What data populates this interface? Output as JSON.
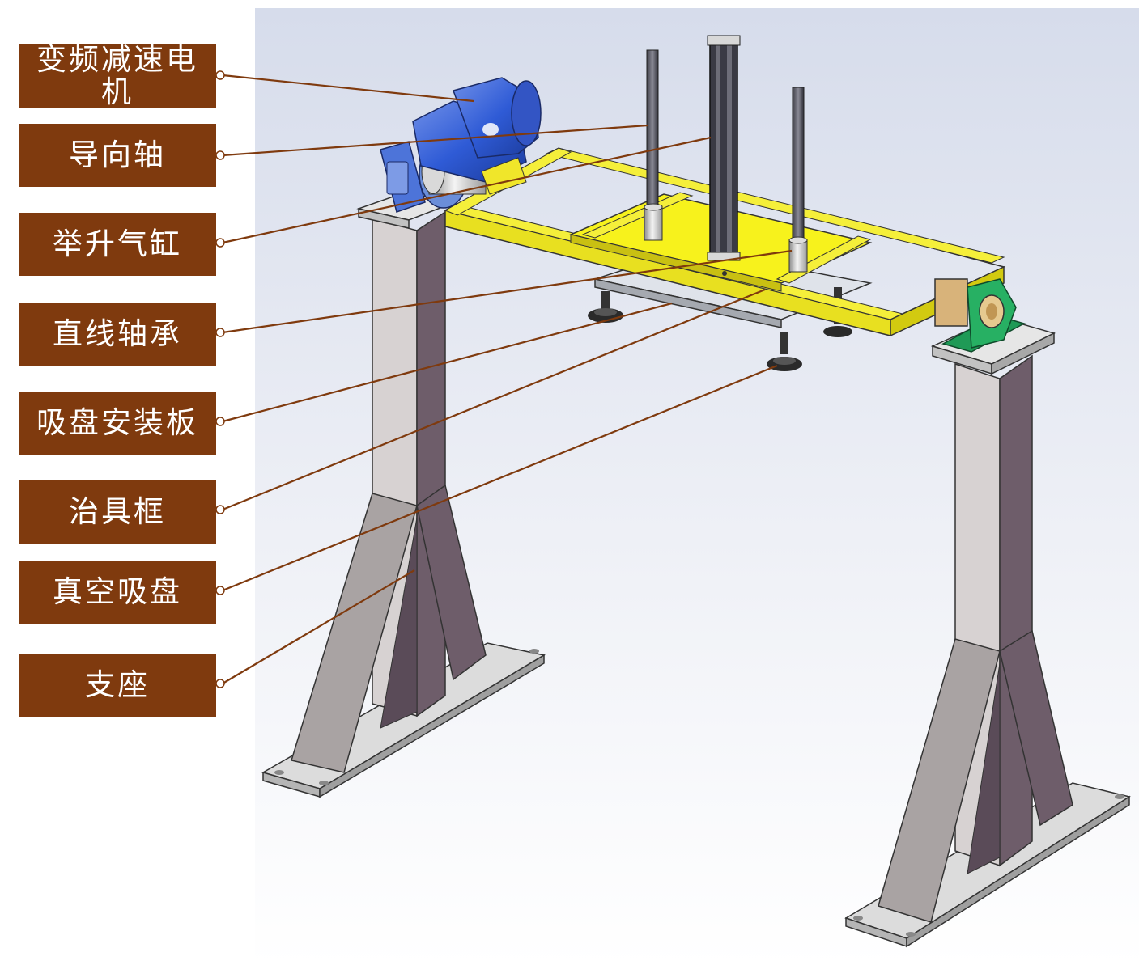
{
  "labels": [
    {
      "id": "motor",
      "text": "变频减速电机"
    },
    {
      "id": "guide-shaft",
      "text": "导向轴"
    },
    {
      "id": "lift-cylinder",
      "text": "举升气缸"
    },
    {
      "id": "linear-bearing",
      "text": "直线轴承"
    },
    {
      "id": "suction-plate",
      "text": "吸盘安装板"
    },
    {
      "id": "fixture-frame",
      "text": "治具框"
    },
    {
      "id": "vacuum-cup",
      "text": "真空吸盘"
    },
    {
      "id": "support-base",
      "text": "支座"
    }
  ],
  "colors": {
    "label_bg": "#7f3a0e",
    "label_text": "#ffffff",
    "leader_line": "#7f3a0e",
    "frame_yellow": "#f2ec1e",
    "motor_blue": "#2f5bd6",
    "stand_grey": "#6e5d6a",
    "bearing_green": "#1f9a56"
  }
}
